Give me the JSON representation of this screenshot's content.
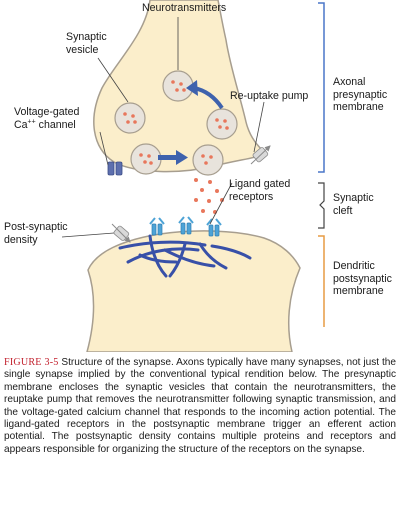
{
  "labels": {
    "neurotransmitters": "Neurotransmitters",
    "synaptic_vesicle_line1": "Synaptic",
    "synaptic_vesicle_line2": "vesicle",
    "voltage_gated_line1": "Voltage-gated",
    "voltage_gated_line2_pre": "Ca",
    "voltage_gated_line2_sup": "++",
    "voltage_gated_line2_post": " channel",
    "reuptake_pump": "Re-uptake pump",
    "ligand_gated_line1": "Ligand gated",
    "ligand_gated_line2": "receptors",
    "postsynaptic_density_line1": "Post-synaptic",
    "postsynaptic_density_line2": "density"
  },
  "regions": {
    "axonal_line1": "Axonal",
    "axonal_line2": "presynaptic",
    "axonal_line3": "membrane",
    "cleft_line1": "Synaptic",
    "cleft_line2": "cleft",
    "dendritic_line1": "Dendritic",
    "dendritic_line2": "postsynaptic",
    "dendritic_line3": "membrane"
  },
  "caption": {
    "figure_label": "FIGURE 3-5",
    "text": "Structure of the synapse. Axons typically have many synapses, not just the single synapse implied by the conventional typical rendition below. The presynaptic membrane encloses the synaptic vesicles that contain the neurotransmitters, the reuptake pump that removes the neurotransmitter following synaptic transmission, and the voltage-gated calcium channel that responds to the incoming action potential. The ligand-gated receptors in the postsynaptic membrane trigger an efferent action potential. The postsynaptic density contains multiple proteins and receptors and appears responsible for organizing the structure of the receptors on the synapse."
  },
  "colors": {
    "cell_fill": "#fbeecb",
    "membrane": "#a79e8f",
    "vesicle_fill": "#e8e3dc",
    "dot": "#e8775c",
    "arrow": "#3e62ad",
    "channel": "#5d6fae",
    "receptor": "#4da3d6",
    "bracket_blue": "#4a76c8",
    "bracket_orange": "#e79b43",
    "figure_label": "#c2202d"
  }
}
